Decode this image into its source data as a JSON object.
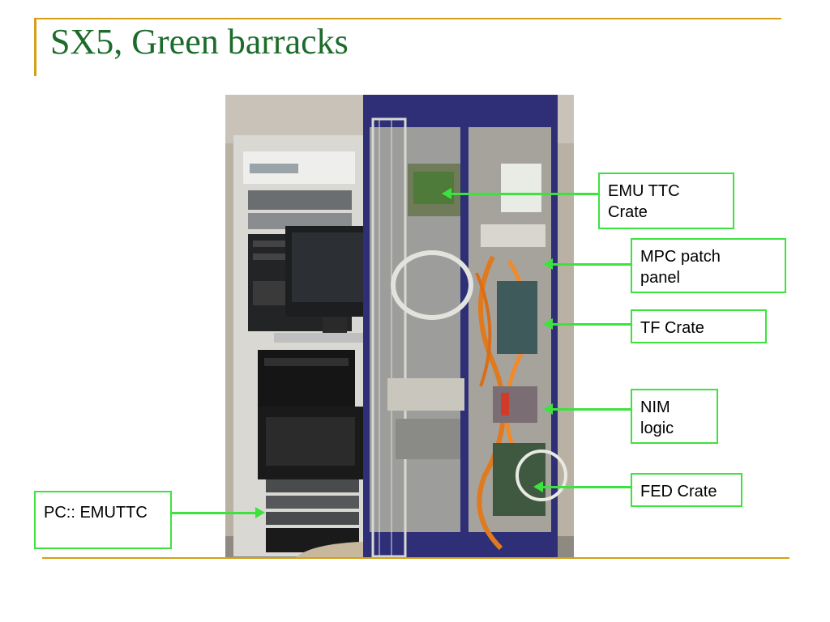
{
  "slide": {
    "title": "SX5, Green barracks"
  },
  "callouts": {
    "emu_ttc": {
      "line1": "EMU TTC",
      "line2": "Crate"
    },
    "mpc": {
      "line1": "MPC patch",
      "line2": "panel"
    },
    "tf": {
      "line1": "TF Crate"
    },
    "nim": {
      "line1": "NIM",
      "line2": "logic"
    },
    "fed": {
      "line1": "FED Crate"
    },
    "pc": {
      "line1": "PC:: EMUTTC"
    }
  },
  "colors": {
    "accent_rule": "#d4a017",
    "title": "#1b6b2a",
    "callout_border": "#3ee23e"
  }
}
